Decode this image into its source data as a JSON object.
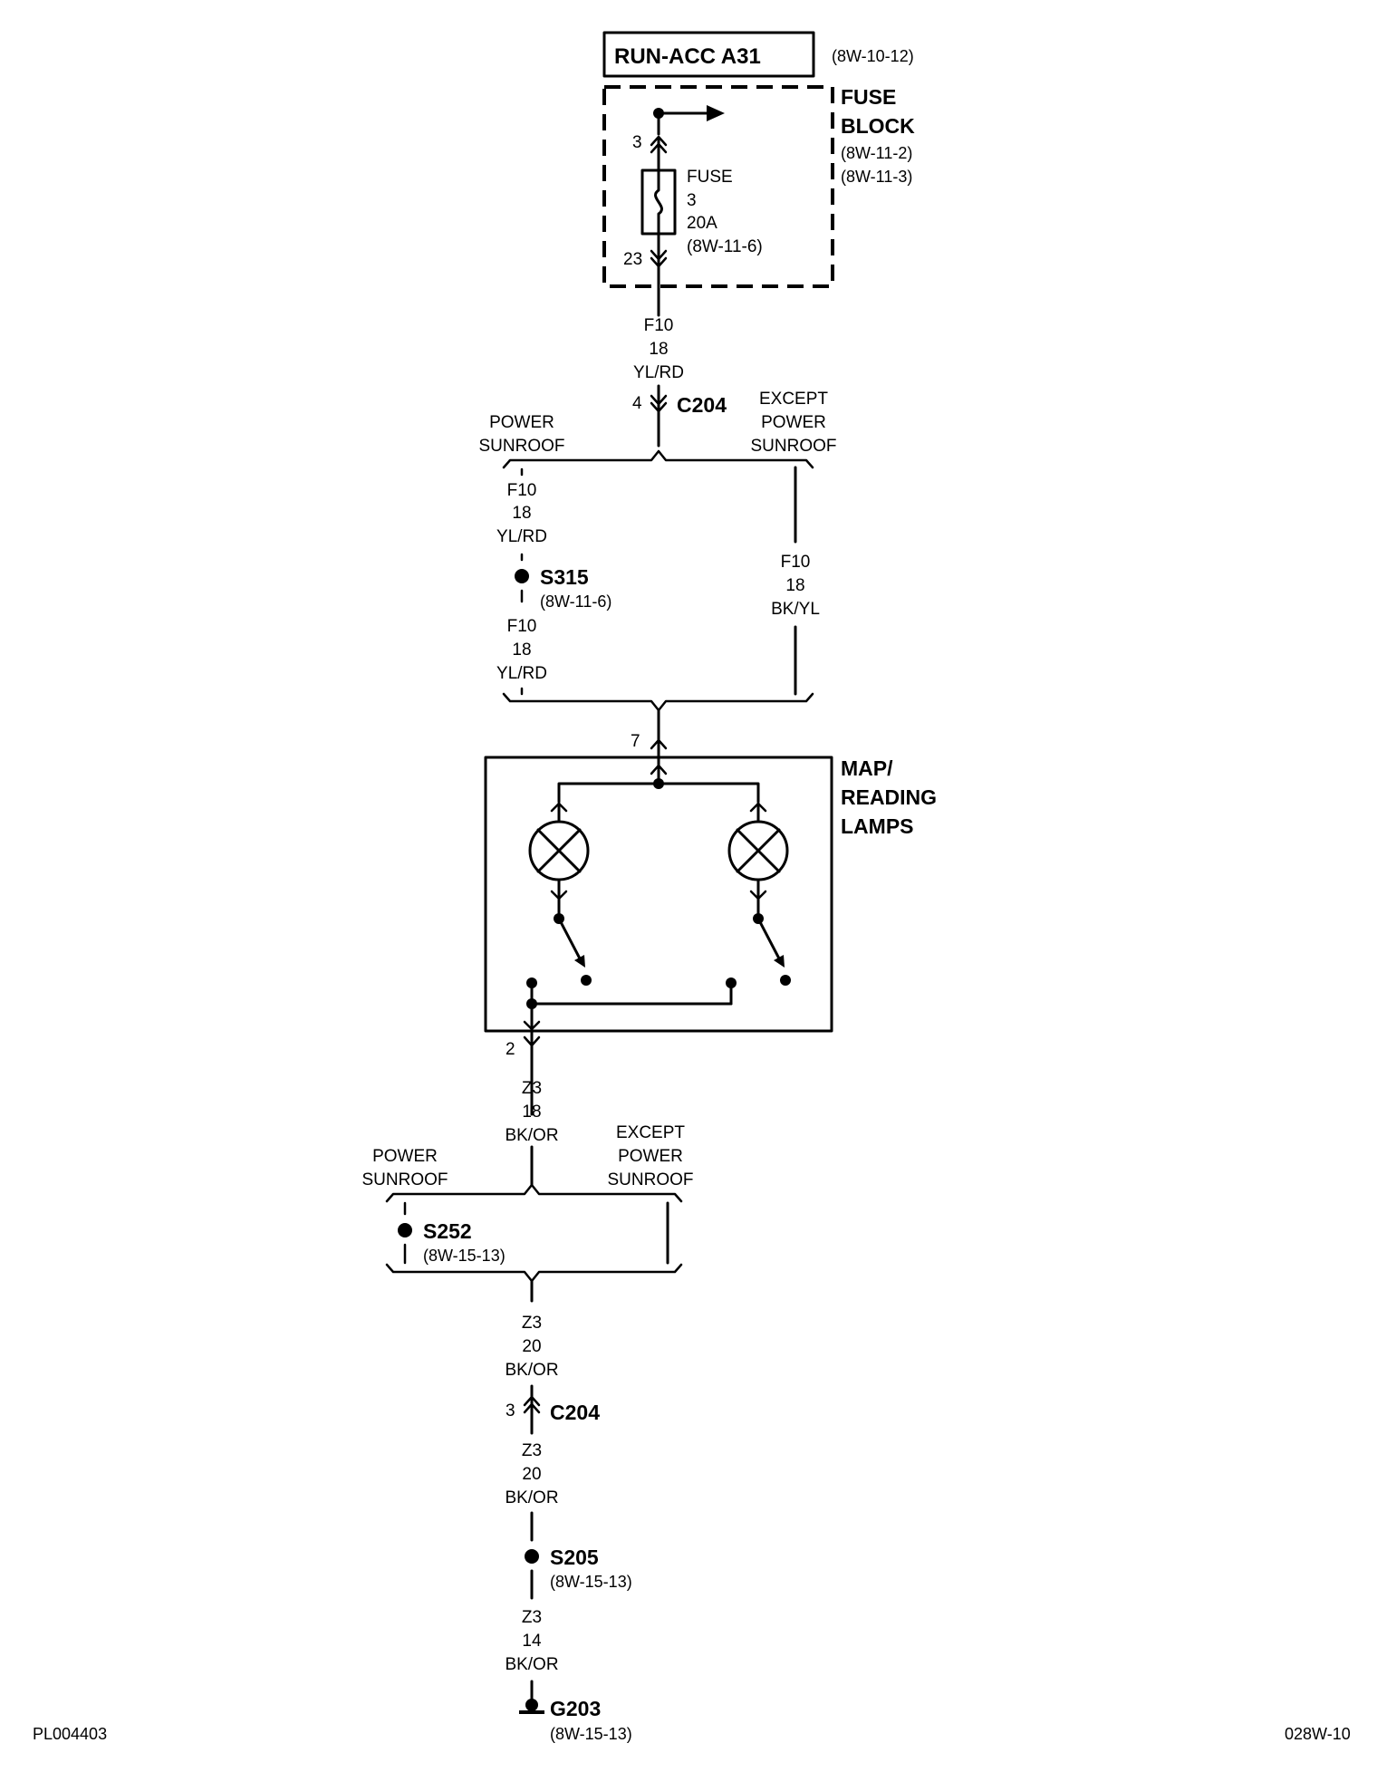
{
  "source": {
    "name": "RUN-ACC A31",
    "ref": "(8W-10-12)"
  },
  "fuse_block": {
    "label_line1": "FUSE",
    "label_line2": "BLOCK",
    "ref1": "(8W-11-2)",
    "ref2": "(8W-11-3)",
    "pin_in": "3",
    "pin_out": "23",
    "fuse": {
      "label": "FUSE",
      "number": "3",
      "rating": "20A",
      "ref": "(8W-11-6)"
    }
  },
  "wires": {
    "f10_top": [
      "F10",
      "18",
      "YL/RD"
    ],
    "f10_power_sunroof_upper": [
      "F10",
      "18",
      "YL/RD"
    ],
    "f10_power_sunroof_lower": [
      "F10",
      "18",
      "YL/RD"
    ],
    "f10_except": [
      "F10",
      "18",
      "BK/YL"
    ],
    "z3_lamp_out": [
      "Z3",
      "18",
      "BK/OR"
    ],
    "z3_below_splice": [
      "Z3",
      "20",
      "BK/OR"
    ],
    "z3_below_c204": [
      "Z3",
      "20",
      "BK/OR"
    ],
    "z3_ground": [
      "Z3",
      "14",
      "BK/OR"
    ]
  },
  "connectors": {
    "c204_top": {
      "pin": "4",
      "name": "C204"
    },
    "c204_bottom": {
      "pin": "3",
      "name": "C204"
    },
    "lamp_in_pin": "7",
    "lamp_out_pin": "2"
  },
  "options": {
    "power_sunroof": [
      "POWER",
      "SUNROOF"
    ],
    "except_power_sunroof": [
      "EXCEPT",
      "POWER",
      "SUNROOF"
    ]
  },
  "splices": {
    "s315": {
      "name": "S315",
      "ref": "(8W-11-6)"
    },
    "s252": {
      "name": "S252",
      "ref": "(8W-15-13)"
    },
    "s205": {
      "name": "S205",
      "ref": "(8W-15-13)"
    }
  },
  "component": {
    "line1": "MAP/",
    "line2": "READING",
    "line3": "LAMPS"
  },
  "ground": {
    "name": "G203",
    "ref": "(8W-15-13)"
  },
  "footer": {
    "left": "PL004403",
    "right": "028W-10"
  }
}
